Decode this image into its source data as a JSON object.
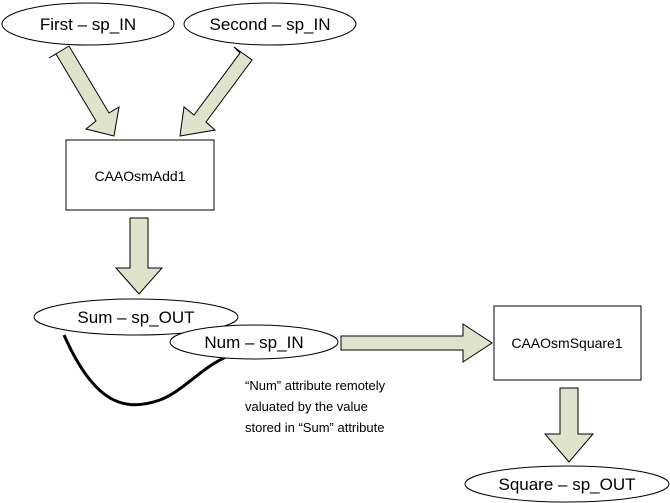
{
  "nodes": {
    "first": "First – sp_IN",
    "second": "Second – sp_IN",
    "add": "CAAOsmAdd1",
    "sum": "Sum – sp_OUT",
    "num": "Num – sp_IN",
    "square_box": "CAAOsmSquare1",
    "square_out": "Square – sp_OUT"
  },
  "note": {
    "line1": "“Num” attribute remotely",
    "line2": "valuated by the value",
    "line3": "stored in “Sum” attribute"
  },
  "colors": {
    "arrow_fill": "#dfe3cb",
    "stroke": "#000000"
  }
}
